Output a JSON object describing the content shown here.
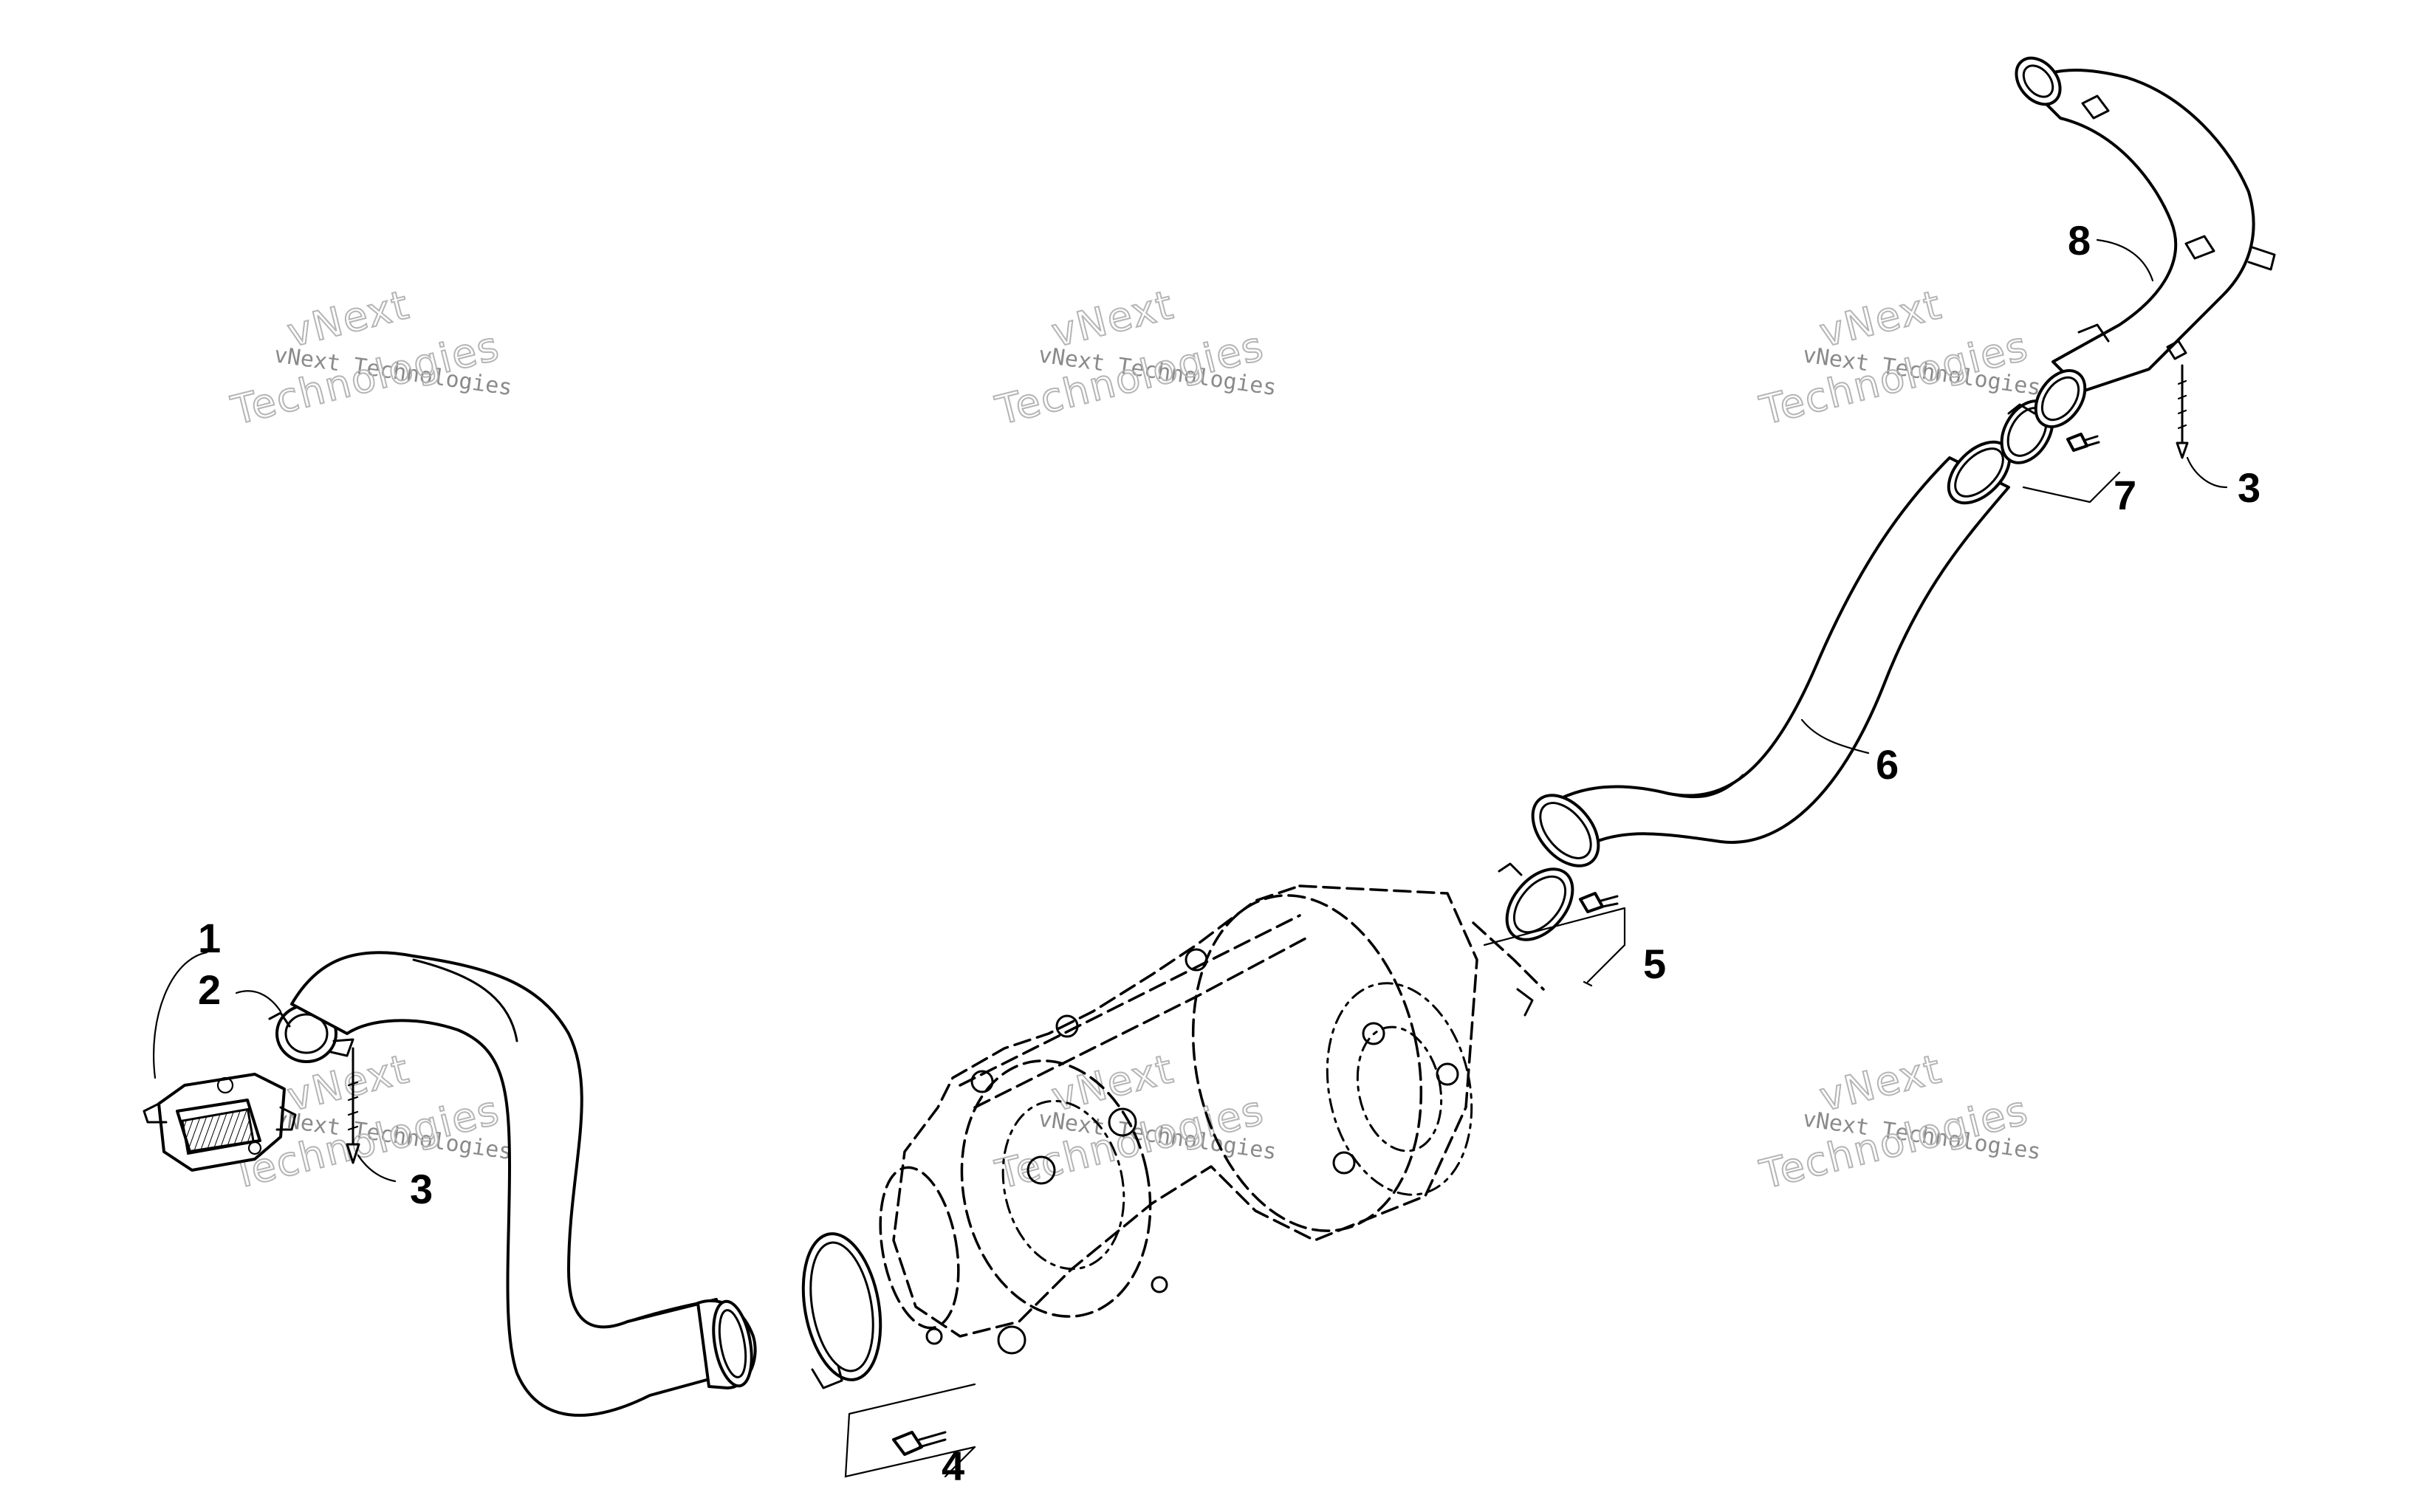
{
  "diagram": {
    "callouts": [
      {
        "id": "1",
        "text": "1"
      },
      {
        "id": "2",
        "text": "2"
      },
      {
        "id": "3a",
        "text": "3"
      },
      {
        "id": "3b",
        "text": "3"
      },
      {
        "id": "4",
        "text": "4"
      },
      {
        "id": "5",
        "text": "5"
      },
      {
        "id": "6",
        "text": "6"
      },
      {
        "id": "7",
        "text": "7"
      },
      {
        "id": "8",
        "text": "8"
      }
    ],
    "watermark": {
      "brand": "vNext",
      "line_small": "vNext Technologies",
      "line_big": "Technologies"
    }
  }
}
